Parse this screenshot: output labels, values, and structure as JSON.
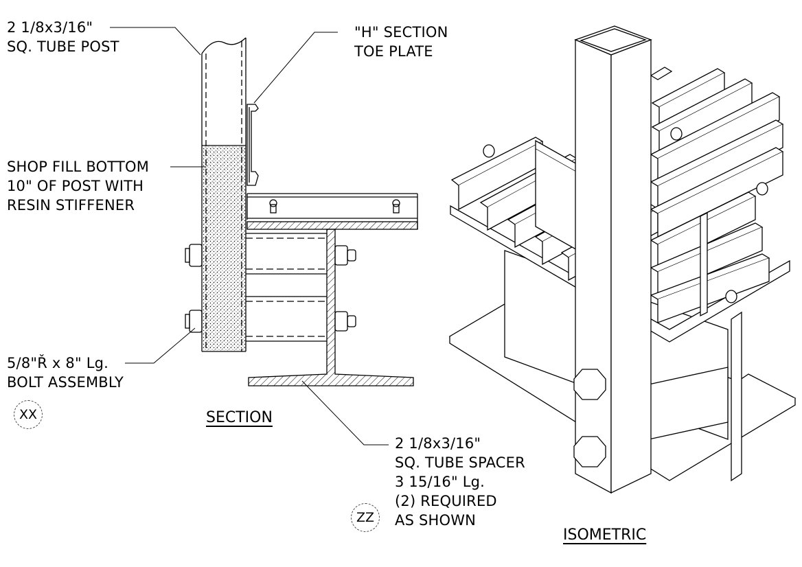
{
  "labels": {
    "tube_post": [
      "2 1/8x3/16\"",
      "SQ. TUBE POST"
    ],
    "toe_plate": [
      "\"H\" SECTION",
      "TOE PLATE"
    ],
    "shop_fill": [
      "SHOP FILL BOTTOM",
      "10\" OF POST WITH",
      "RESIN STIFFENER"
    ],
    "bolt": [
      "5/8\"Ř x 8\" Lg.",
      "BOLT ASSEMBLY"
    ],
    "spacer": [
      "2 1/8x3/16\"",
      "SQ. TUBE SPACER",
      "3 15/16\" Lg.",
      "(2) REQUIRED",
      "AS SHOWN"
    ]
  },
  "tags": {
    "left": "XX",
    "spacer": "ZZ"
  },
  "titles": {
    "section": "SECTION",
    "isometric": "ISOMETRIC"
  }
}
